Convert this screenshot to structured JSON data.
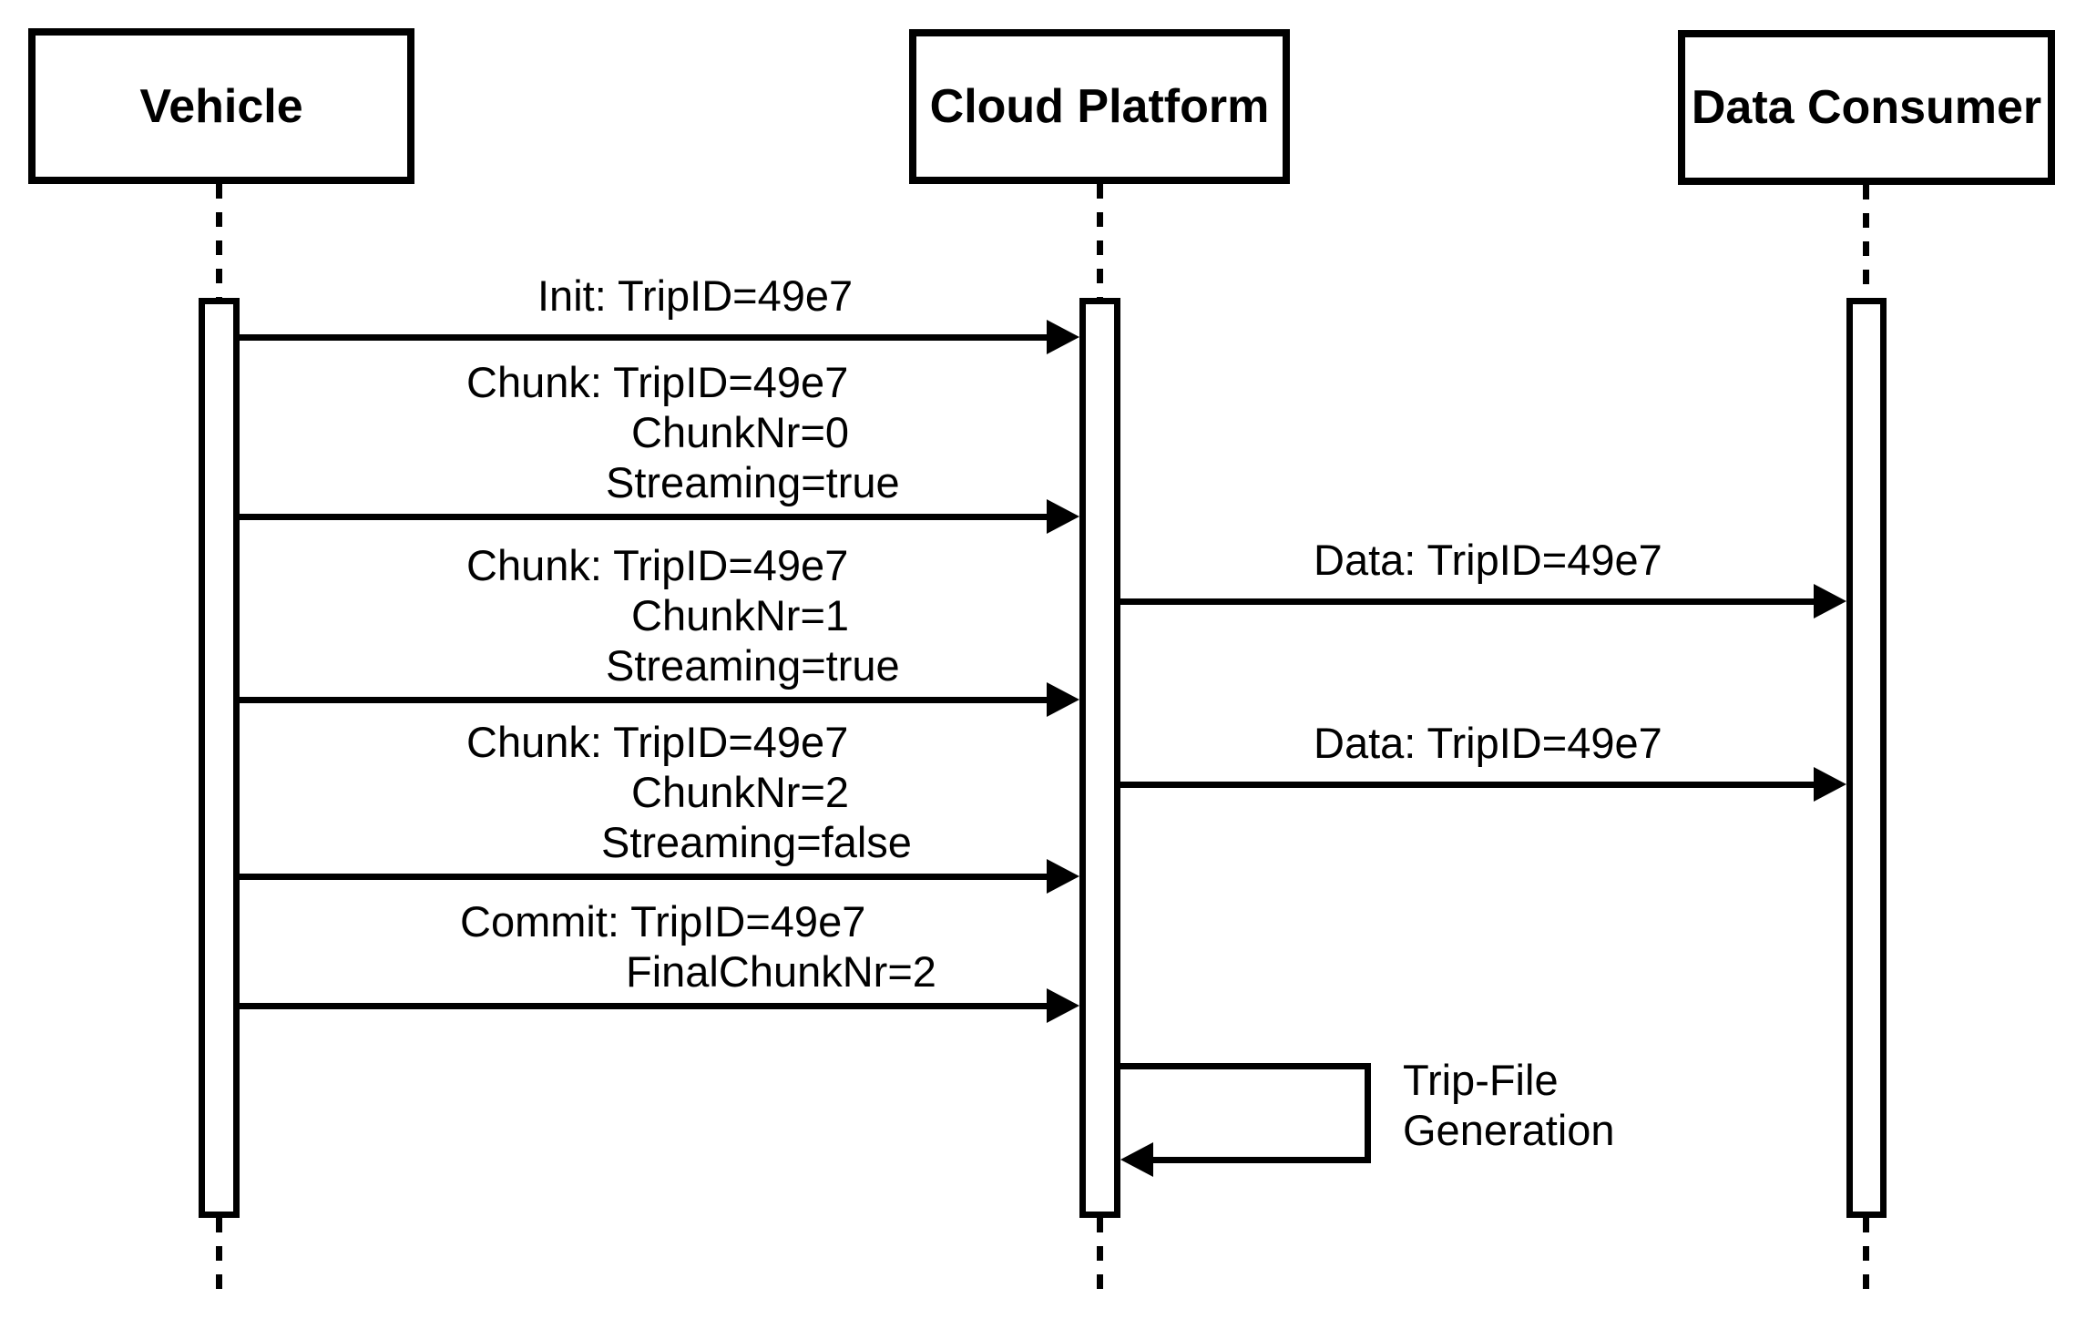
{
  "diagram": {
    "type": "uml-sequence-diagram",
    "colors": {
      "line": "#000000",
      "background": "#ffffff",
      "text": "#000000"
    },
    "actors": [
      {
        "id": "vehicle",
        "label": "Vehicle"
      },
      {
        "id": "cloud-platform",
        "label": "Cloud Platform"
      },
      {
        "id": "data-consumer",
        "label": "Data Consumer"
      }
    ],
    "messages": [
      {
        "from": "vehicle",
        "to": "cloud-platform",
        "lines": [
          "Init: TripID=49e7"
        ]
      },
      {
        "from": "vehicle",
        "to": "cloud-platform",
        "lines": [
          "Chunk: TripID=49e7",
          "ChunkNr=0",
          "Streaming=true"
        ]
      },
      {
        "from": "cloud-platform",
        "to": "data-consumer",
        "lines": [
          "Data: TripID=49e7"
        ]
      },
      {
        "from": "vehicle",
        "to": "cloud-platform",
        "lines": [
          "Chunk: TripID=49e7",
          "ChunkNr=1",
          "Streaming=true"
        ]
      },
      {
        "from": "cloud-platform",
        "to": "data-consumer",
        "lines": [
          "Data: TripID=49e7"
        ]
      },
      {
        "from": "vehicle",
        "to": "cloud-platform",
        "lines": [
          "Chunk: TripID=49e7",
          "ChunkNr=2",
          "Streaming=false"
        ]
      },
      {
        "from": "vehicle",
        "to": "cloud-platform",
        "lines": [
          "Commit: TripID=49e7",
          "FinalChunkNr=2"
        ]
      },
      {
        "from": "cloud-platform",
        "to": "cloud-platform",
        "self": true,
        "lines": [
          "Trip-File",
          "Generation"
        ]
      }
    ]
  }
}
